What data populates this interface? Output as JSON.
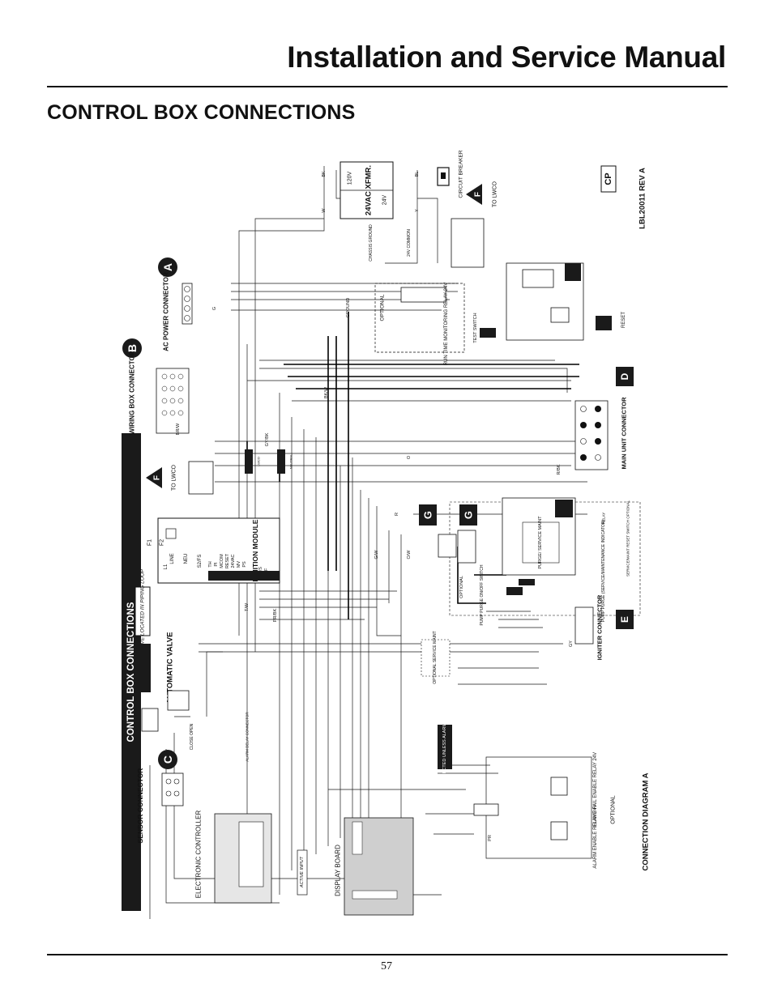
{
  "page": {
    "header_title": "Installation and Service Manual",
    "section_title": "CONTROL BOX CONNECTIONS",
    "page_number": "57"
  },
  "diagram": {
    "banner": "CONTROL BOX CONNECTIONS",
    "connection_diagram": "CONNECTION DIAGRAM A",
    "revision": "LBL20011 REV A",
    "cp_badge": "CP",
    "badges": {
      "a": "A",
      "b": "B",
      "c": "C",
      "d": "D",
      "e": "E",
      "f": "F",
      "g": "G"
    },
    "transformer": {
      "title": "24VAC XFMR.",
      "primary": "120V",
      "secondary": "24V"
    },
    "circuit_breaker": "CIRCUIT BREAKER",
    "to_lwco": "TO LWCO",
    "ac_power_connector": "AC POWER CONNECTOR",
    "wiring_box_connector": "WIRING BOX CONNECTOR",
    "main_unit_connector": "MAIN UNIT CONNECTOR",
    "igniter_connector": "IGNITER CONNECTOR",
    "sensor_connector": "SENSOR CONNECTOR",
    "automatic_valve": "AUTOMATIC VALVE",
    "valve_located": "VALVE LOCATED IN PIPING LOOP",
    "ignition_module": "IGNITION MODULE",
    "ignition_terminals": [
      "L1",
      "LINE",
      "NEU",
      "S2/FS",
      "TH",
      "PI",
      "MCOM",
      "RESET",
      "24VAC",
      "MV",
      "PS",
      "M/S",
      "FF"
    ],
    "fuses": [
      "F1",
      "F2"
    ],
    "electronic_controller": "ELECTRONIC CONTROLLER",
    "display_board": "DISPLAY BOARD",
    "active_input": "ACTIVE INPUT",
    "optional": "OPTIONAL",
    "optional_service_maint": "OPTIONAL SERVICE MAINT",
    "run_time_relay": "RUN TIME MONITORING RELAY 24V",
    "test_switch": "TEST SWITCH",
    "reset": "RESET",
    "ground": "GROUND",
    "chassis_ground": "CHASSIS GROUND",
    "common_24v": "24V COMMON",
    "connected_unless": "CONNECTED UNLESS ALARM ADDED",
    "flame_fail_relay": "FLAME FAIL ENABLE RELAY 24V",
    "alarm_relay": "ALARM ENABLE RELAY 24V",
    "pump_purge_switch": "PUMP PURGE ON/OFF SWITCH",
    "pump_purge_indicator": "PUMP PURGE (SERVICE/MAINTENANCE INDICATOR)",
    "purge_service_maint": "PURGE/ SERVICE MAINT",
    "alarm_delay_connector": "ALARM DELAY CONNECTOR",
    "relay": "RELAY",
    "lwco_box": "LWCO",
    "neutral_box": "NEUTRAL",
    "service_reset_switch": "SERVICE/MAINT RESET SWITCH OPTIONAL",
    "close_open": "CLOSE OPEN",
    "wire_labels": {
      "bk": "BK",
      "w": "W",
      "bl": "BL",
      "y": "Y",
      "g": "G",
      "r": "R",
      "o": "O",
      "pr": "PR",
      "gy": "GY",
      "bkw": "BK/W",
      "rbk": "R/BK",
      "ow": "O/W",
      "gw": "G/W",
      "prbk": "PR/BK",
      "tw": "T/W",
      "brw": "BR/W",
      "gybk": "GY/BK"
    }
  }
}
